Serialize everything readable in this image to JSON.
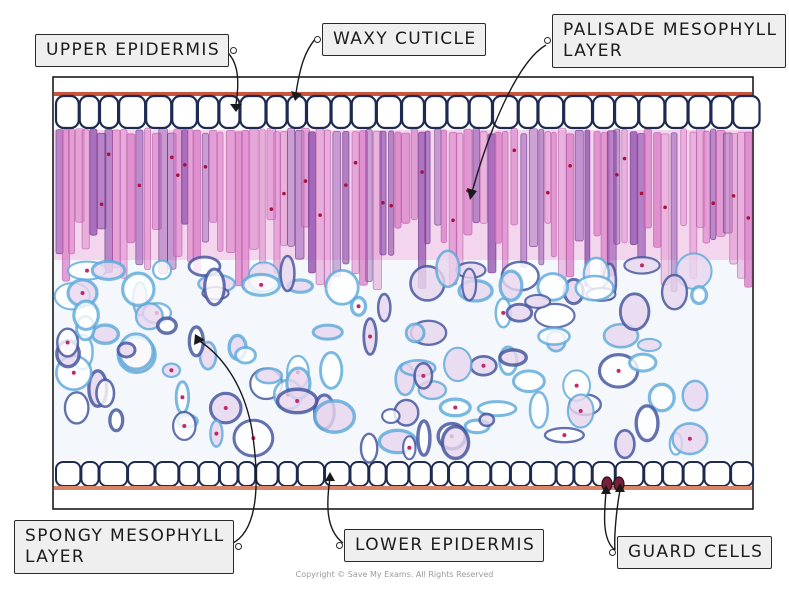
{
  "labels": {
    "upper_epidermis": "UPPER EPIDERMIS",
    "waxy_cuticle": "WAXY CUTICLE",
    "palisade_line1": "PALISADE MESOPHYLL",
    "palisade_line2": "LAYER",
    "spongy_line1": "SPONGY MESOPHYLL",
    "spongy_line2": "LAYER",
    "lower_epidermis": "LOWER EPIDERMIS",
    "guard_cells": "GUARD CELLS"
  },
  "copyright": "Copyright © Save My Exams. All Rights Reserved",
  "colors": {
    "cuticle": "#c9553e",
    "epidermis_outline": "#1d2b52",
    "palisade_pink": "#d97ac4",
    "palisade_purple": "#8a44a8",
    "spongy_blue": "#5aa7d9",
    "nucleus_red": "#a8123c",
    "label_bg": "#efefef"
  }
}
